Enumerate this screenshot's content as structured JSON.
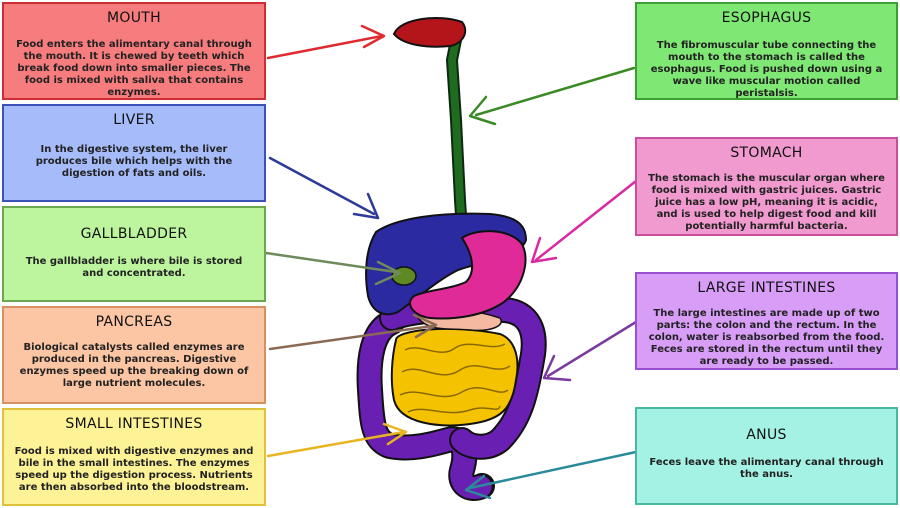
{
  "colors": {
    "mouth": "#f77c7e",
    "liver": "#a6bbfa",
    "gallbladder": "#bcf59e",
    "pancreas": "#fcc6a4",
    "small_intestines": "#fdf396",
    "esophagus": "#7fe874",
    "stomach": "#f19acf",
    "large_intestines": "#d79df7",
    "anus": "#a3f2e4"
  },
  "icons": [
    "arrow-icon"
  ],
  "cards": {
    "mouth": {
      "title": "MOUTH",
      "text": "Food enters the alimentary canal through the mouth. It is chewed by teeth which break food down into smaller pieces. The food is mixed with saliva that contains enzymes."
    },
    "liver": {
      "title": "LIVER",
      "text": "In the digestive system, the liver produces bile which helps with the digestion of fats and oils."
    },
    "gallbladder": {
      "title": "GALLBLADDER",
      "text": "The gallbladder is where bile is stored and concentrated."
    },
    "pancreas": {
      "title": "PANCREAS",
      "text": "Biological catalysts called enzymes are produced in the pancreas. Digestive enzymes speed up the breaking down of large nutrient molecules."
    },
    "small_intestines": {
      "title": "SMALL INTESTINES",
      "text": "Food is mixed with digestive enzymes and bile in the small intestines. The enzymes speed up the digestion process. Nutrients are then absorbed into the bloodstream."
    },
    "esophagus": {
      "title": "ESOPHAGUS",
      "text": "The fibromuscular tube connecting the mouth to the stomach is called the esophagus. Food is pushed down using a wave like muscular motion called peristalsis."
    },
    "stomach": {
      "title": "STOMACH",
      "text": "The stomach is the muscular organ where food is mixed with gastric juices. Gastric juice has a low pH, meaning it is acidic, and is used to help digest food and kill potentially harmful bacteria."
    },
    "large_intestines": {
      "title": "LARGE INTESTINES",
      "text": "The large intestines are made up of two parts: the colon and the rectum. In the colon, water is reabsorbed from the food. Feces are stored in the rectum until they are ready to be passed."
    },
    "anus": {
      "title": "ANUS",
      "text": "Feces leave the alimentary canal through the anus."
    }
  }
}
